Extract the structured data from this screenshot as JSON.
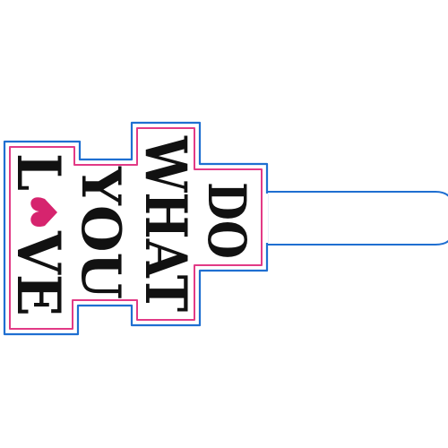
{
  "design": {
    "words": {
      "do": "DO",
      "what": "WHAT",
      "you": "YOU",
      "love_l": "L",
      "love_ve": "VE"
    },
    "heart_icon": "heart-icon",
    "colors": {
      "background": "#ffffff",
      "outer_outline": "#1f6fd1",
      "inner_outline": "#e23a86",
      "text": "#111111",
      "heart": "#d6246e"
    }
  }
}
